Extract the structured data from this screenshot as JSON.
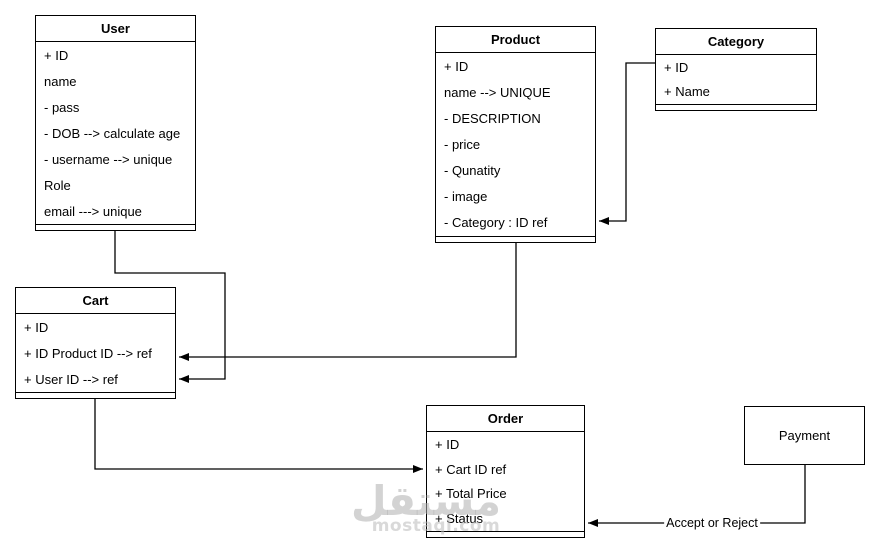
{
  "diagram": {
    "entities": [
      {
        "id": "user",
        "title": "User",
        "attributes": [
          "+ ID",
          "name",
          "- pass",
          "- DOB --> calculate age",
          "- username --> unique",
          "Role",
          "email ---> unique"
        ]
      },
      {
        "id": "product",
        "title": "Product",
        "attributes": [
          "+ ID",
          "name --> UNIQUE",
          "- DESCRIPTION",
          "- price",
          "- Qunatity",
          "- image",
          "- Category : ID ref"
        ]
      },
      {
        "id": "category",
        "title": "Category",
        "attributes": [
          "+ ID",
          "+ Name"
        ]
      },
      {
        "id": "cart",
        "title": "Cart",
        "attributes": [
          "+ ID",
          "+ ID Product ID --> ref",
          "+ User ID --> ref"
        ]
      },
      {
        "id": "order",
        "title": "Order",
        "attributes": [
          "+ ID",
          "+ Cart ID ref",
          "+ Total Price",
          "+ Status"
        ]
      },
      {
        "id": "payment",
        "title": "Payment",
        "attributes": []
      }
    ],
    "connections": [
      {
        "from": "User",
        "to": "Cart",
        "target_attribute": "+ User ID --> ref",
        "label": ""
      },
      {
        "from": "Product",
        "to": "Cart",
        "target_attribute": "+ ID Product ID --> ref",
        "label": ""
      },
      {
        "from": "Category",
        "to": "Product",
        "target_attribute": "- Category : ID ref",
        "label": ""
      },
      {
        "from": "Cart",
        "to": "Order",
        "target_attribute": "+ Cart ID ref",
        "label": ""
      },
      {
        "from": "Payment",
        "to": "Order",
        "target_attribute": "+ Status",
        "label": "Accept or Reject"
      }
    ],
    "watermark": {
      "logo": "مستقل",
      "site": "mostaql.com"
    },
    "colors": {
      "line": "#000000",
      "box_fill": "#ffffff",
      "text": "#000000",
      "watermark": "#bdbdbd"
    }
  }
}
